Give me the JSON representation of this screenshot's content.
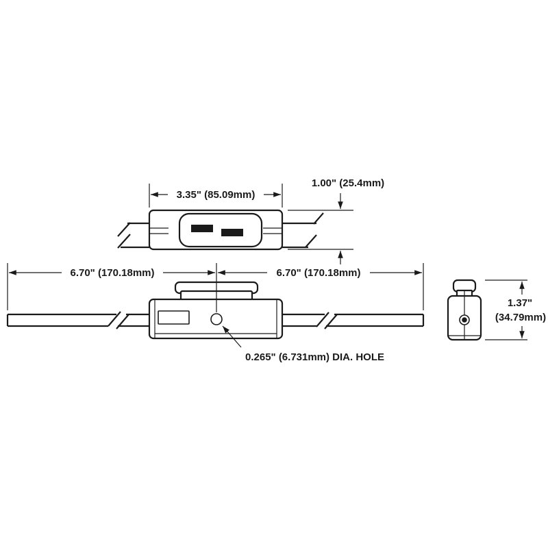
{
  "dimensions": {
    "top_width": "3.35\" (85.09mm)",
    "top_height": "1.00\" (25.4mm)",
    "lead_left": "6.70\" (170.18mm)",
    "lead_right": "6.70\" (170.18mm)",
    "side_height_in": "1.37\"",
    "side_height_mm": "(34.79mm)",
    "hole_note": "0.265\" (6.731mm) DIA. HOLE"
  },
  "colors": {
    "line": "#1a1a1a",
    "background": "#ffffff"
  }
}
